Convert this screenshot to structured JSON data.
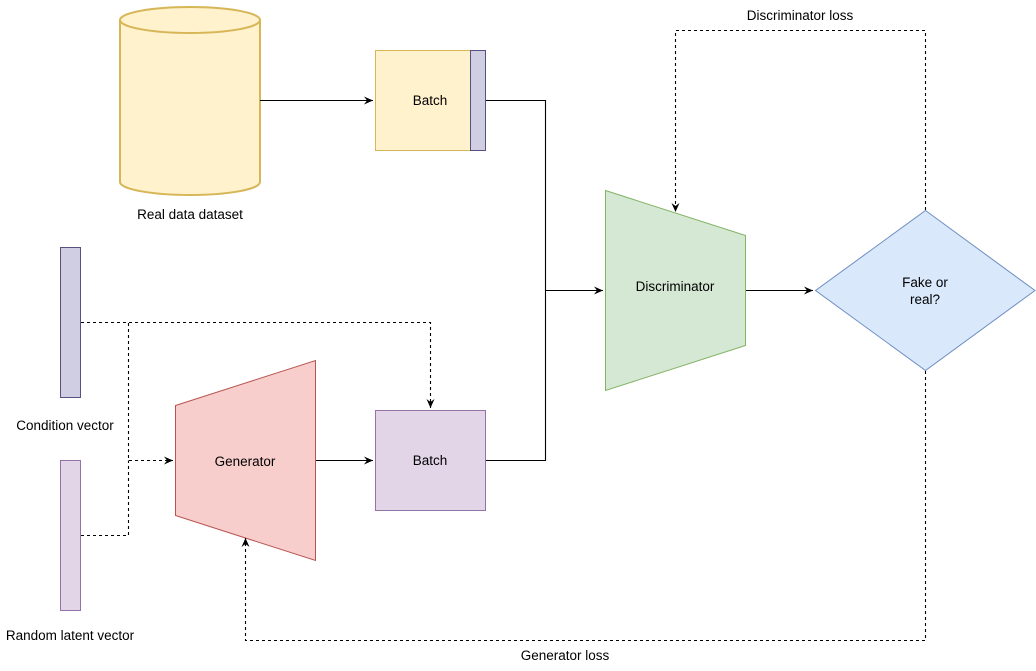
{
  "diagram": {
    "nodes": {
      "real_data": {
        "label": "Real data dataset",
        "fill": "#fff2cc",
        "stroke": "#d6b656"
      },
      "batch_real": {
        "label": "Batch",
        "fill": "#fff2cc",
        "stroke": "#d6b656",
        "tag_fill": "#d0cee2",
        "tag_stroke": "#56517e"
      },
      "condition_vector": {
        "label": "Condition vector",
        "fill": "#d0cee2",
        "stroke": "#56517e"
      },
      "random_latent_vector": {
        "label": "Random latent vector",
        "fill": "#e1d5e7",
        "stroke": "#9673a6"
      },
      "generator": {
        "label": "Generator",
        "fill": "#f8cecc",
        "stroke": "#b85450"
      },
      "batch_fake": {
        "label": "Batch",
        "fill": "#e1d5e7",
        "stroke": "#9673a6"
      },
      "discriminator": {
        "label": "Discriminator",
        "fill": "#d5e8d4",
        "stroke": "#82b366"
      },
      "decision": {
        "label_line1": "Fake or",
        "label_line2": "real?",
        "fill": "#dae8fc",
        "stroke": "#6c8ebf"
      }
    },
    "edge_labels": {
      "discriminator_loss": "Discriminator loss",
      "generator_loss": "Generator loss"
    },
    "edge_color": "#000000"
  }
}
